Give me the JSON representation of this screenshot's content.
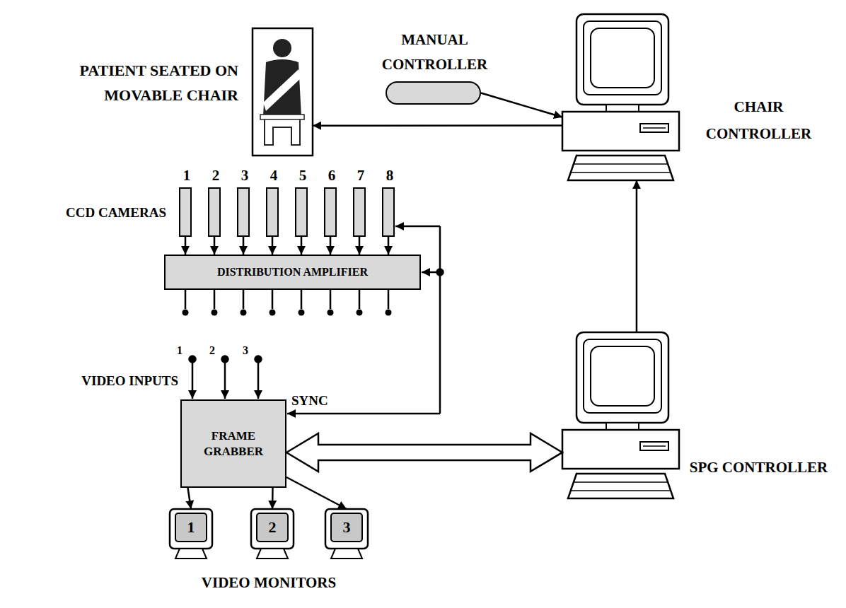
{
  "diagram": {
    "nodes": [
      {
        "text": [
          "MANUAL CONTROLLER"
        ]
      },
      {
        "text": [
          "PATIENT SEATED ON MOVABLE CHAIR"
        ]
      },
      {
        "text": [
          "CHAIR CONTROLLER"
        ]
      },
      {
        "text": [
          "1"
        ]
      },
      {
        "text": [
          "2"
        ]
      },
      {
        "text": [
          "3"
        ]
      },
      {
        "text": [
          "4"
        ]
      },
      {
        "text": [
          "5"
        ]
      },
      {
        "text": [
          "6"
        ]
      },
      {
        "text": [
          "7"
        ]
      },
      {
        "text": [
          "8"
        ]
      },
      {
        "text": [
          "DISTRIBUTION AMPLIFIER"
        ]
      },
      {
        "text": [
          "FRAME GRABBER"
        ]
      },
      {
        "text": [
          "SPG CONTROLLER"
        ]
      },
      {
        "text": [
          "1"
        ]
      },
      {
        "text": [
          "2"
        ]
      },
      {
        "text": [
          "3"
        ]
      }
    ],
    "edges": [
      {
        "from": 0,
        "to": 2,
        "arrow": "to"
      },
      {
        "from": 2,
        "to": 1,
        "arrow": "to"
      },
      {
        "from": 3,
        "to": 11,
        "arrow": "to"
      },
      {
        "from": 4,
        "to": 11,
        "arrow": "to"
      },
      {
        "from": 5,
        "to": 11,
        "arrow": "to"
      },
      {
        "from": 6,
        "to": 11,
        "arrow": "to"
      },
      {
        "from": 7,
        "to": 11,
        "arrow": "to"
      },
      {
        "from": 8,
        "to": 11,
        "arrow": "to"
      },
      {
        "from": 9,
        "to": 11,
        "arrow": "to"
      },
      {
        "from": 10,
        "to": 11,
        "arrow": "to"
      },
      {
        "from": 13,
        "to": 2,
        "arrow": "to"
      },
      {
        "from": 12,
        "to": 13,
        "arrow": "both"
      },
      {
        "from": 12,
        "to": 14,
        "arrow": "to"
      },
      {
        "from": 12,
        "to": 15,
        "arrow": "to"
      },
      {
        "from": 12,
        "to": 16,
        "arrow": "to"
      }
    ],
    "labels": [
      "CCD CAMERAS",
      "VIDEO INPUTS",
      "1",
      "2",
      "3",
      "SYNC",
      "VIDEO MONITORS"
    ]
  }
}
